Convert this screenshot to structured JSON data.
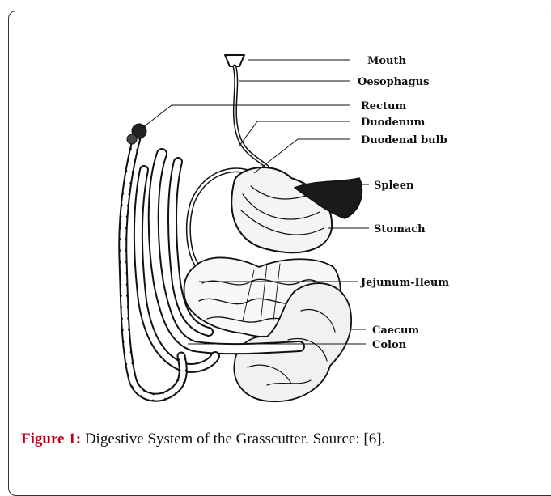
{
  "labels": {
    "mouth": "Mouth",
    "oesophagus": "Oesophagus",
    "rectum": "Rectum",
    "duodenum": "Duodenum",
    "duodenal_bulb": "Duodenal bulb",
    "spleen": "Spleen",
    "stomach": "Stomach",
    "jejunum_ileum": "Jejunum-Ileum",
    "caecum": "Caecum",
    "colon": "Colon"
  },
  "caption": {
    "label": "Figure 1:",
    "text": " Digestive System of the Grasscutter. Source: [6]."
  }
}
